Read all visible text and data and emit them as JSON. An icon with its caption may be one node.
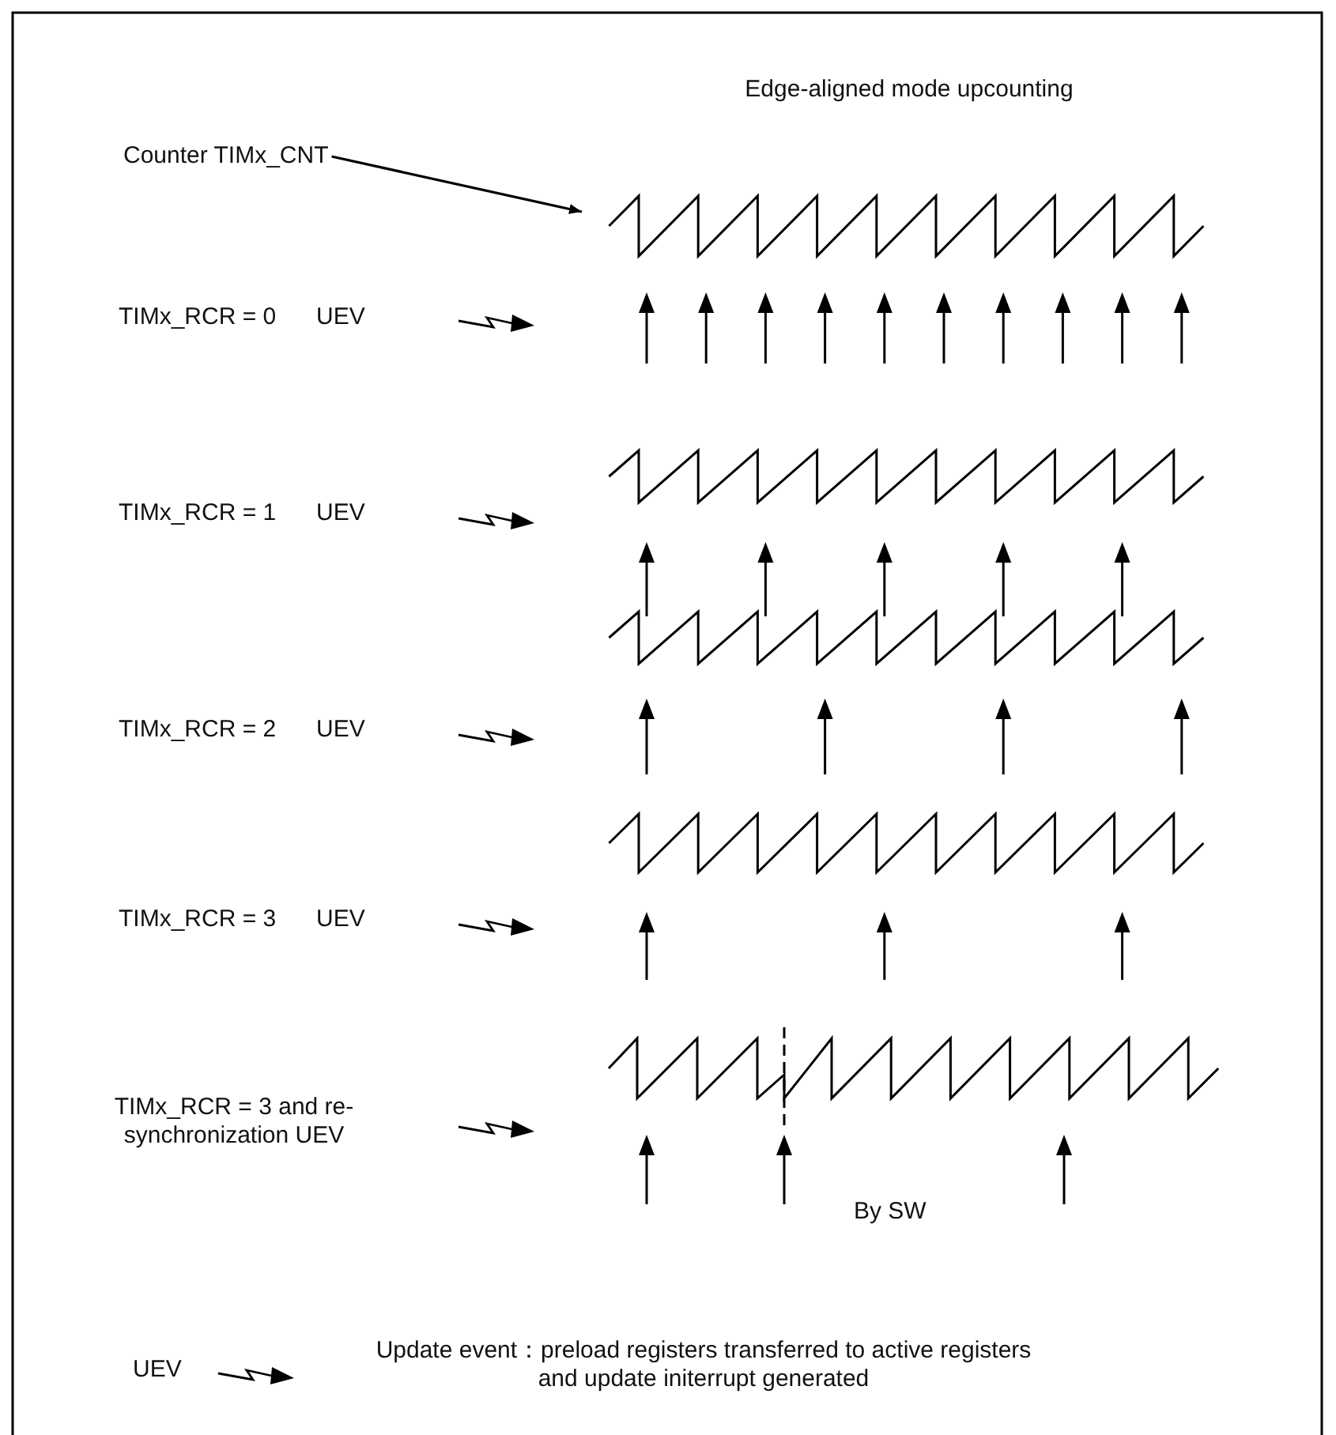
{
  "diagram": {
    "nodes": [
      {
        "text": [
          "Counter TIMx_CNT"
        ]
      },
      {
        "text": [],
        "shape": "picture"
      }
    ],
    "edges": [
      {
        "from": 0,
        "to": 1,
        "arrow": "to"
      }
    ],
    "labels": [
      "Edge-aligned mode upcounting",
      "TIMx_RCR = 0",
      "UEV",
      "TIMx_RCR = 1",
      "UEV",
      "TIMx_RCR = 2",
      "UEV",
      "TIMx_RCR = 3",
      "UEV",
      "TIMx_RCR = 3 and re-synchronization UEV",
      "By SW",
      "UEV"
    ],
    "legend": [
      {
        "text": "Update event：preload registers transferred to active registers and update initerrupt generated"
      }
    ]
  }
}
